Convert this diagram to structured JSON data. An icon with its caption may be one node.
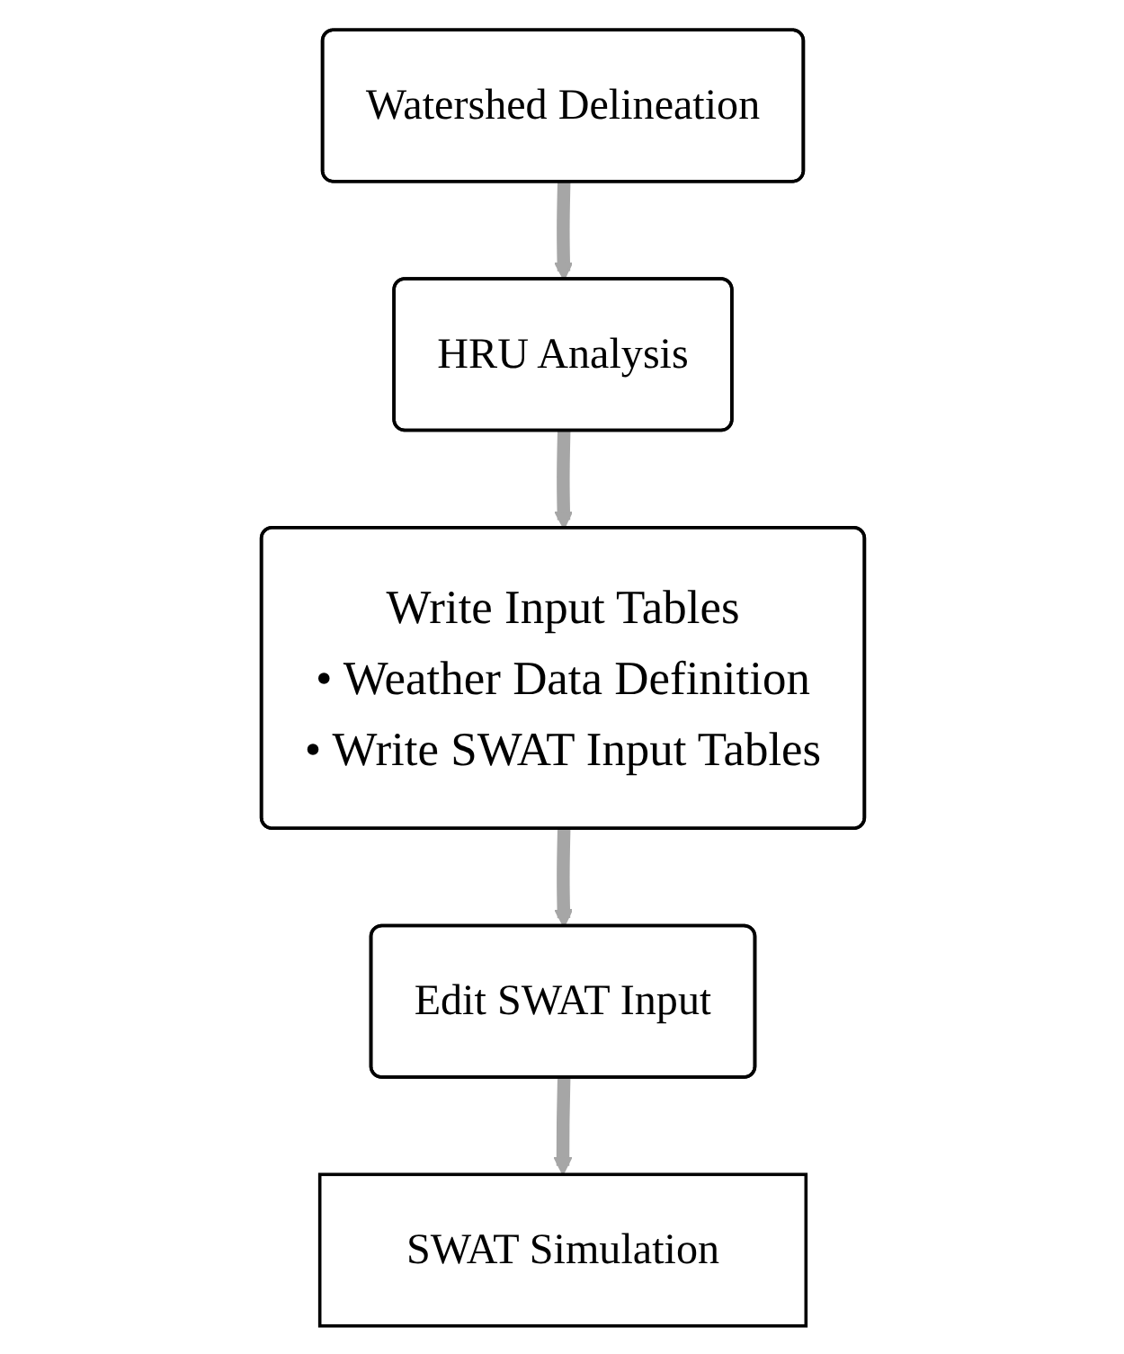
{
  "diagram": {
    "nodes": [
      {
        "text": [
          "Watershed Delineation"
        ]
      },
      {
        "text": [
          "HRU Analysis"
        ]
      },
      {
        "text": [
          "Write Input Tables",
          "• Weather Data Definition",
          "• Write SWAT Input Tables"
        ]
      },
      {
        "text": [
          "Edit SWAT Input"
        ]
      },
      {
        "text": [
          "SWAT Simulation"
        ]
      }
    ],
    "edges": [
      {
        "from": 0,
        "to": 1,
        "arrow": "to"
      },
      {
        "from": 1,
        "to": 2,
        "arrow": "to"
      },
      {
        "from": 2,
        "to": 3,
        "arrow": "to"
      },
      {
        "from": 3,
        "to": 4,
        "arrow": "to"
      }
    ]
  }
}
